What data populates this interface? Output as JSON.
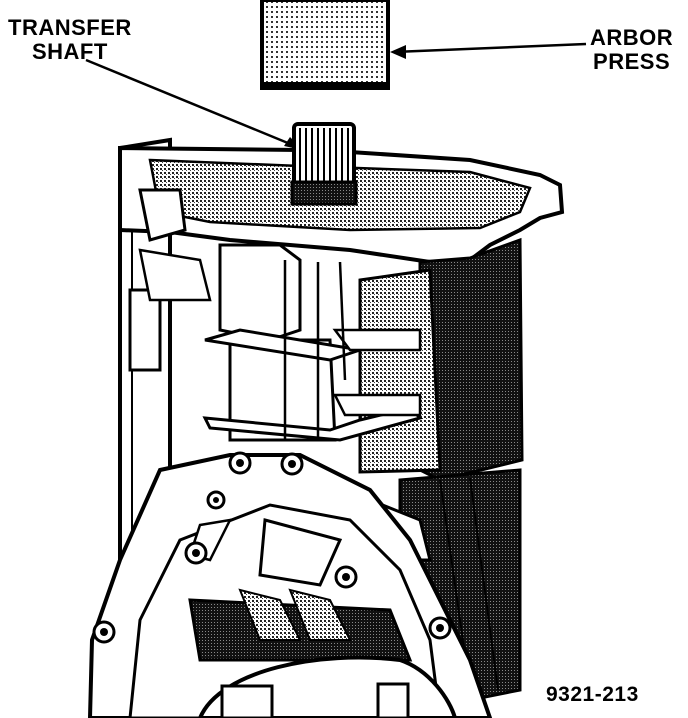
{
  "labels": {
    "transfer_shaft_line1": "TRANSFER",
    "transfer_shaft_line2": "SHAFT",
    "arbor_press_line1": "ARBOR",
    "arbor_press_line2": "PRESS",
    "figure_number": "9321-213"
  },
  "colors": {
    "ink": "#000000",
    "paper": "#ffffff",
    "shade": "#3a3a3a"
  }
}
